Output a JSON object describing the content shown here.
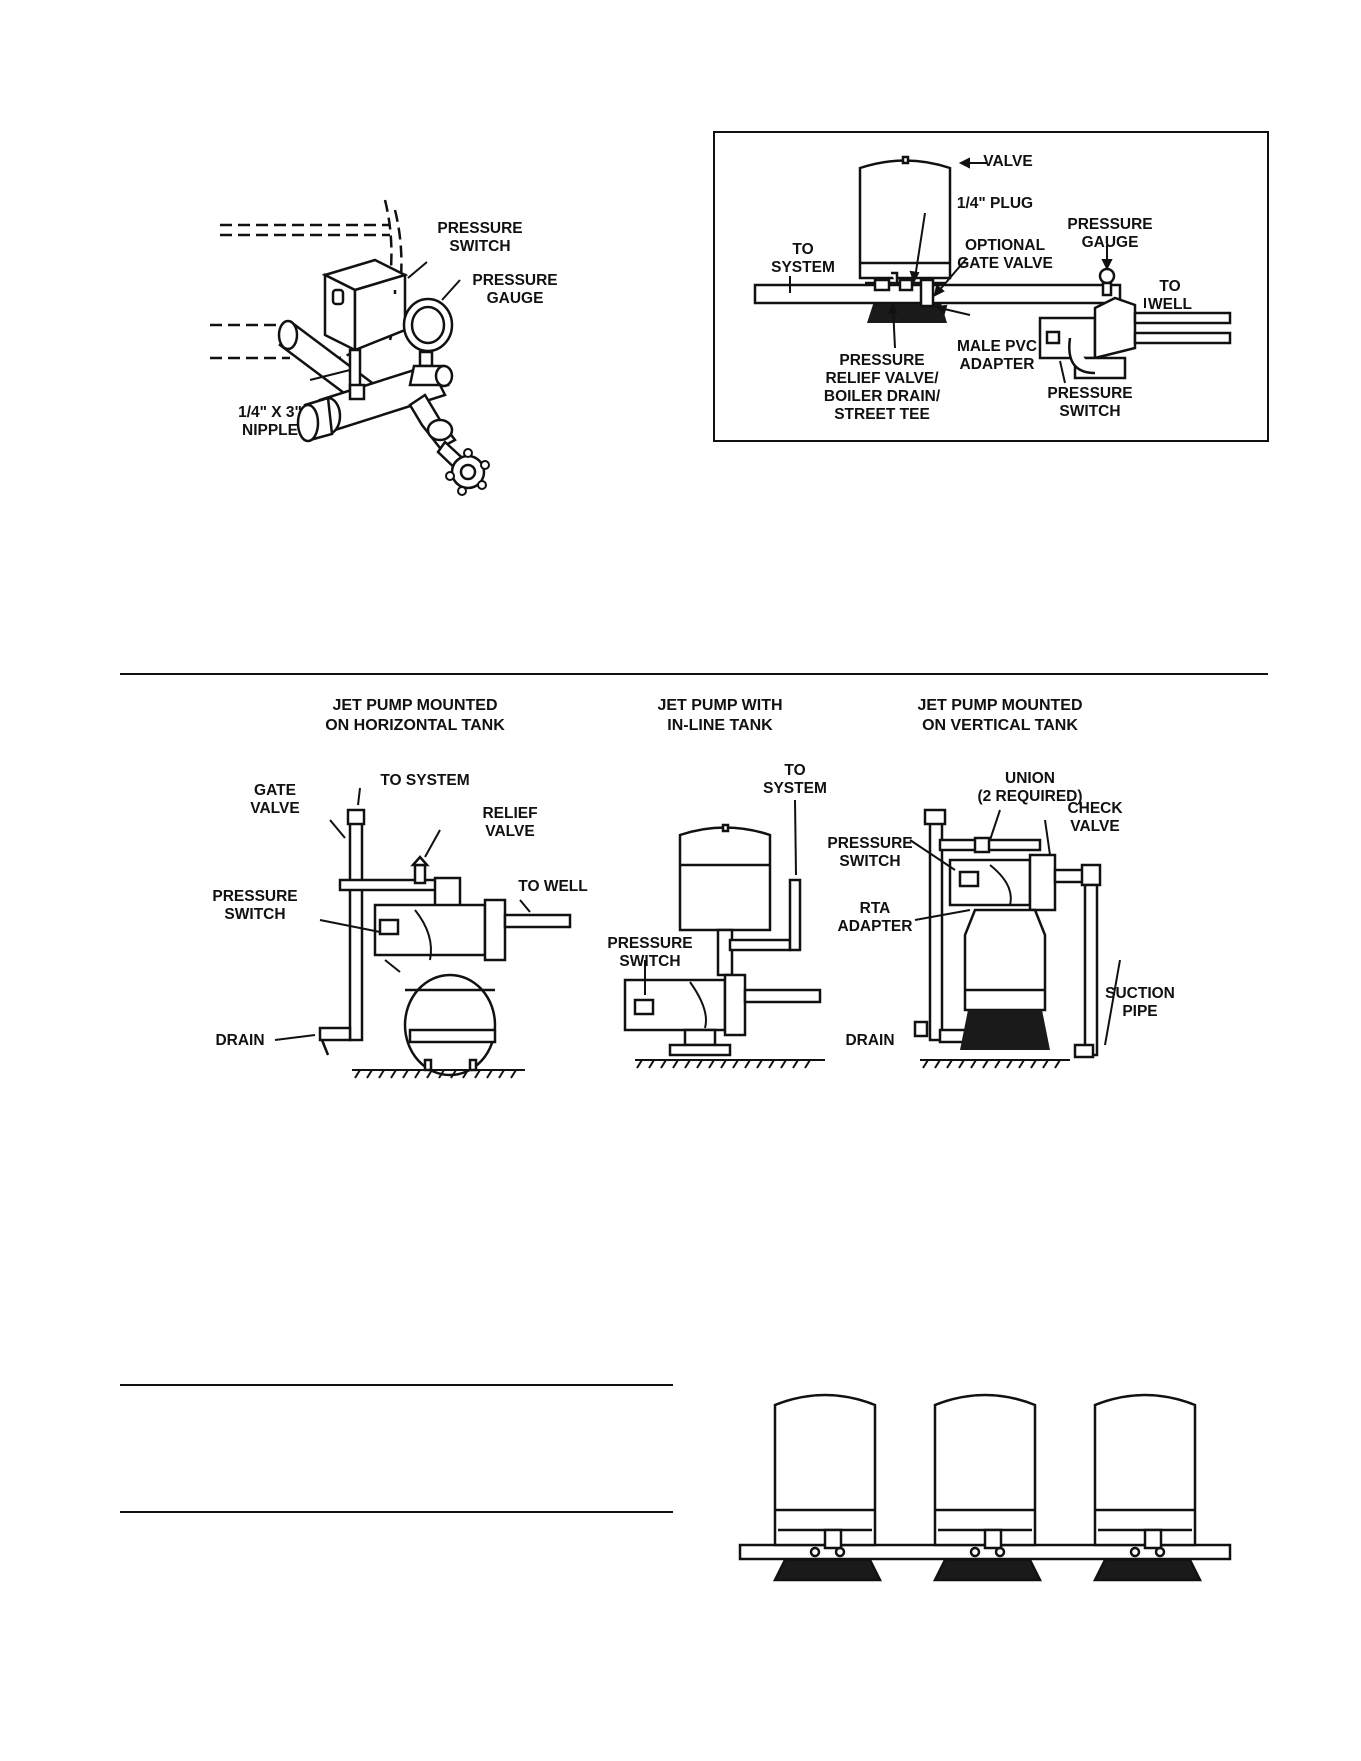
{
  "colors": {
    "ink": "#111111",
    "paper": "#ffffff",
    "fill_dark": "#1a1a1a"
  },
  "fig_switch_gauge": {
    "pressure_switch": [
      "PRESSURE",
      "SWITCH"
    ],
    "pressure_gauge": [
      "PRESSURE",
      "GAUGE"
    ],
    "nipple": [
      "1/4\" X 3\"",
      "NIPPLE"
    ]
  },
  "fig_inline_tank": {
    "valve": "VALVE",
    "plug": "1/4\" PLUG",
    "to_system": [
      "TO",
      "SYSTEM"
    ],
    "optional_gate_valve": [
      "OPTIONAL",
      "GATE VALVE"
    ],
    "pressure_gauge": [
      "PRESSURE",
      "GAUGE"
    ],
    "to_well": [
      "TO",
      "WELL"
    ],
    "male_pvc_adapter": [
      "MALE PVC",
      "ADAPTER"
    ],
    "relief_valve": [
      "PRESSURE",
      "RELIEF VALVE/",
      "BOILER DRAIN/",
      "STREET TEE"
    ],
    "pressure_switch": [
      "PRESSURE",
      "SWITCH"
    ]
  },
  "fig_jet_horizontal": {
    "title": [
      "JET PUMP MOUNTED",
      "ON HORIZONTAL TANK"
    ],
    "gate_valve": [
      "GATE",
      "VALVE"
    ],
    "to_system": "TO SYSTEM",
    "relief_valve": [
      "RELIEF",
      "VALVE"
    ],
    "to_well": "TO WELL",
    "pressure_switch": [
      "PRESSURE",
      "SWITCH"
    ],
    "drain": "DRAIN"
  },
  "fig_jet_inline": {
    "title": [
      "JET PUMP WITH",
      "IN-LINE TANK"
    ],
    "to_system": [
      "TO",
      "SYSTEM"
    ],
    "pressure_switch": [
      "PRESSURE",
      "SWITCH"
    ]
  },
  "fig_jet_vertical": {
    "title": [
      "JET PUMP MOUNTED",
      "ON VERTICAL TANK"
    ],
    "union": [
      "UNION",
      "(2 REQUIRED)"
    ],
    "pressure_switch": [
      "PRESSURE",
      "SWITCH"
    ],
    "check_valve": [
      "CHECK",
      "VALVE"
    ],
    "rta_adapter": [
      "RTA",
      "ADAPTER"
    ],
    "suction_pipe": [
      "SUCTION",
      "PIPE"
    ],
    "drain": "DRAIN"
  },
  "fig_multi_tank": {
    "tank_count": 3
  }
}
